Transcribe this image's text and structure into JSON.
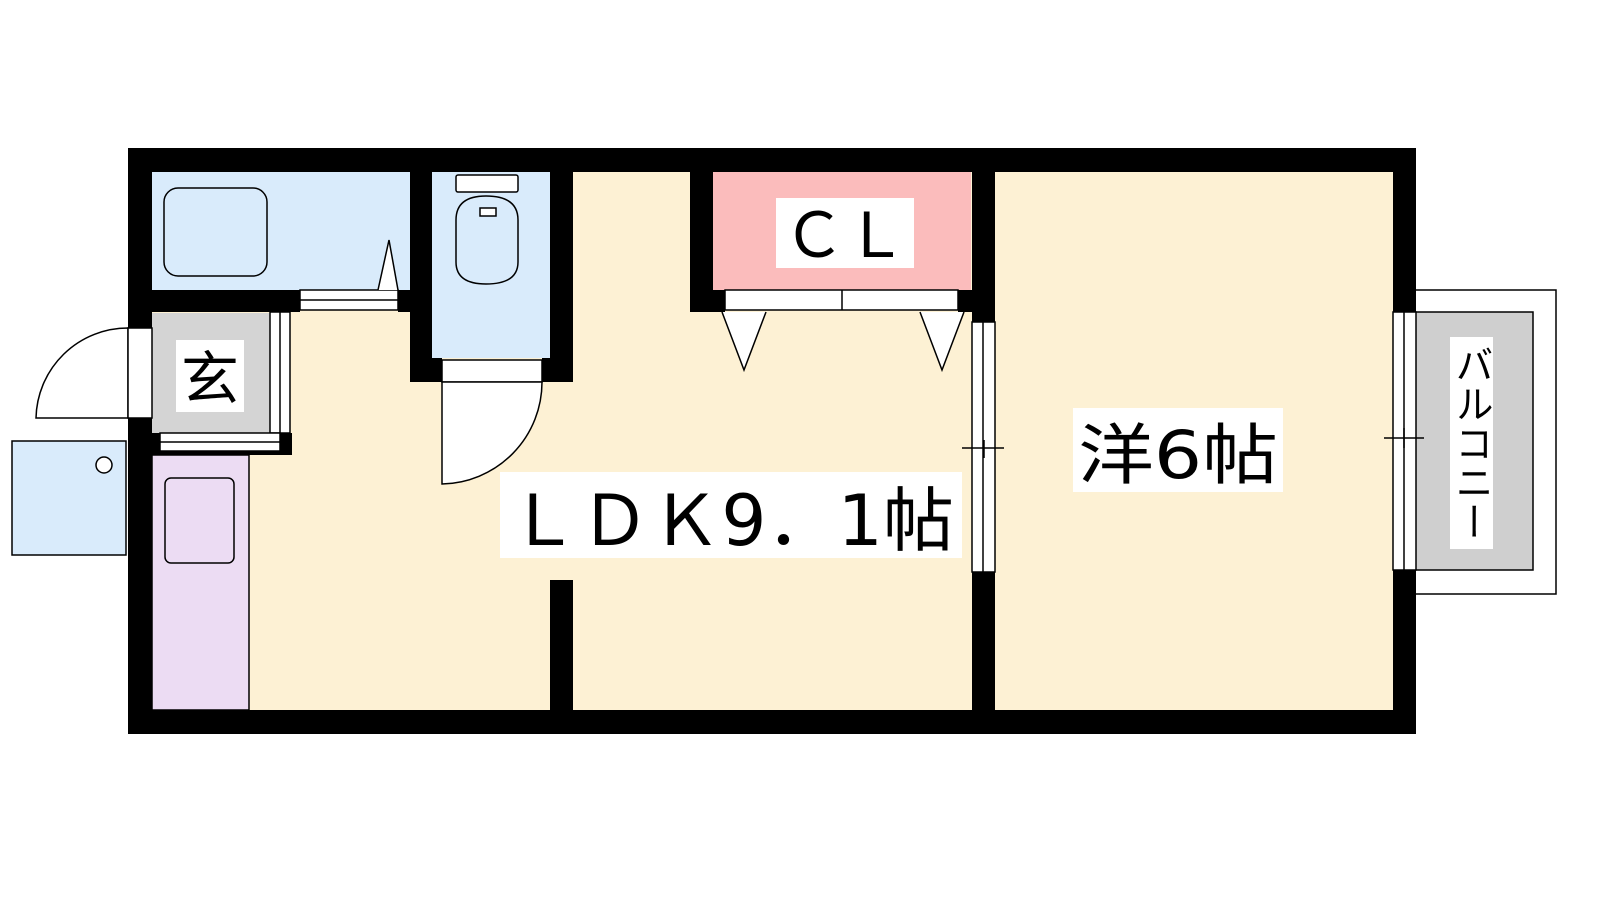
{
  "floorplan": {
    "rooms": {
      "ldk": {
        "label": "ＬＤＫ9．1帖"
      },
      "western": {
        "label": "洋6帖"
      },
      "closet": {
        "label": "ＣＬ"
      },
      "entrance": {
        "label": "玄"
      },
      "balcony": {
        "label": "バルコニー"
      }
    },
    "colors": {
      "wall": "#000000",
      "living_floor": "#fdf1d4",
      "wet_area": "#d9ebfb",
      "closet": "#fbbcbc",
      "kitchen": "#ecdcf3",
      "entrance": "#d4d4d4",
      "balcony": "#cfcfcf"
    },
    "fixtures": [
      "bathtub-icon",
      "toilet-icon",
      "kitchen-sink-icon",
      "washing-machine-pan-icon"
    ]
  }
}
